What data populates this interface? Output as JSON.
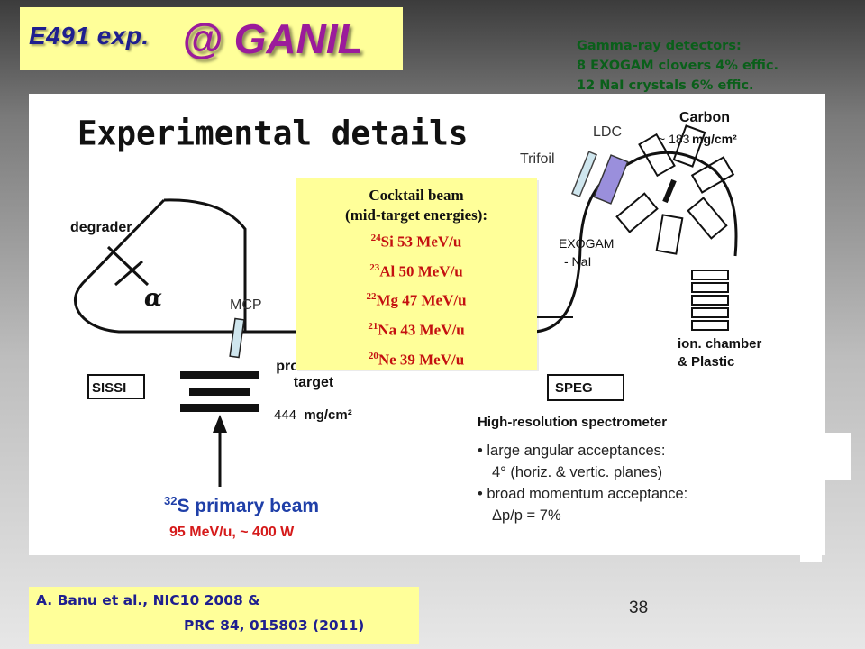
{
  "title": {
    "main": "E491 exp.",
    "accent": "@ GANIL"
  },
  "gamma_detectors": {
    "line1": "Gamma-ray detectors:",
    "line2": "8 EXOGAM clovers 4% effic.",
    "line3": "12 NaI crystals 6% effic."
  },
  "figure": {
    "heading": "Experimental details",
    "degrader": "degrader",
    "alpha": "α",
    "mcp": "MCP",
    "production_target": [
      "production",
      "target"
    ],
    "target_thickness": "444",
    "target_unit": "mg/cm²",
    "sissi": "SISSI",
    "trifoil": "Trifoil",
    "ldc": "LDC",
    "carbon": "Carbon",
    "carbon_thickness": "~ 183",
    "carbon_unit": "mg/cm²",
    "exogam": "EXOGAM",
    "nai": "- NaI",
    "ion_chamber": [
      "ion. chamber",
      "& Plastic"
    ],
    "speg": "SPEG",
    "high_resolution": "High-resolution spectrometer",
    "primary_beam": {
      "mass": "32",
      "text": "S primary beam",
      "energy": "95 MeV/u, ~ 400 W"
    }
  },
  "cocktail": {
    "heading1": "Cocktail beam",
    "heading2": "(mid-target energies):",
    "isotopes": [
      {
        "mass": "24",
        "rest": "Si 53 MeV/u"
      },
      {
        "mass": "23",
        "rest": "Al 50 MeV/u"
      },
      {
        "mass": "22",
        "rest": "Mg 47 MeV/u"
      },
      {
        "mass": "21",
        "rest": "Na 43 MeV/u"
      },
      {
        "mass": "20",
        "rest": "Ne 39 MeV/u"
      }
    ]
  },
  "bullets": {
    "b1": "large angular acceptances:",
    "b1_sub": "4° (horiz. & vertic. planes)",
    "b2": "broad momentum acceptance:",
    "b2_sub": "Δp/p = 7%"
  },
  "reference": {
    "line1": "A.  Banu et al.,  NIC10  2008  &",
    "line2": "PRC 84, 015803  (2011)"
  },
  "page_number": "38",
  "colors": {
    "title_banner": "#ffff99",
    "title_text": "#1f1f8f",
    "title_accent": "#9b1b9b",
    "gamma_text": "#0a5f1a",
    "isotope_text": "#c41010",
    "primary_beam_text": "#1f3fa8",
    "primary_energy_text": "#d51a1a",
    "trifoil_fill": "#cfe6ee",
    "ldc_fill": "#9a8fdc"
  }
}
